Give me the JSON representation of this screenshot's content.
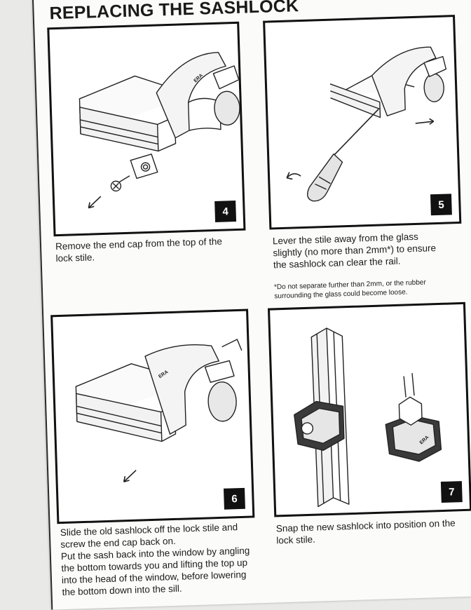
{
  "title": "REPLACING THE SASHLOCK",
  "steps": [
    {
      "number": "4",
      "caption": "Remove the end cap from the top of the lock stile."
    },
    {
      "number": "5",
      "caption": "Lever the stile away from the glass slightly (no more than 2mm*) to ensure the sashlock can clear the rail.",
      "note": "*Do not separate further than 2mm, or the rubber surrounding the glass could become loose."
    },
    {
      "number": "6",
      "caption_lines": [
        "Slide the old sashlock off the lock stile and screw the end cap back on.",
        "Put the sash back into the window by angling the bottom towards you and lifting the top up into the head of the window, before lowering the bottom down into the sill."
      ]
    },
    {
      "number": "7",
      "caption": "Snap the new sashlock into position on the lock stile."
    }
  ],
  "brand_mark": "ERA"
}
